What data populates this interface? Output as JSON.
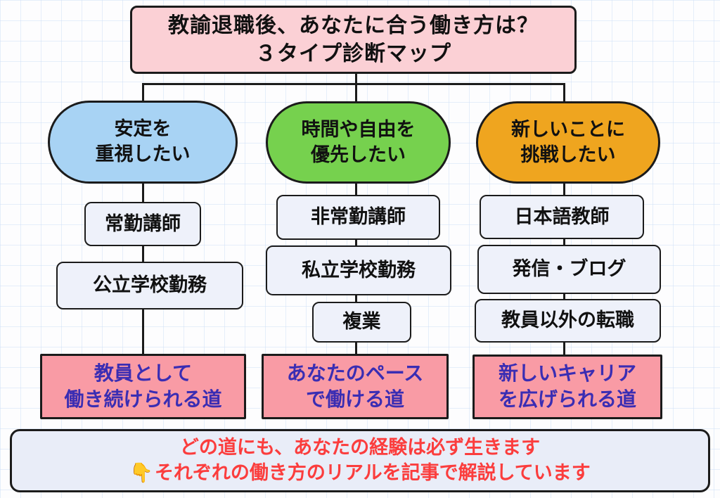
{
  "title": {
    "line1": "教諭退職後、あなたに合う働き方は？",
    "line2": "３タイプ診断マップ"
  },
  "columns": [
    {
      "header": {
        "line1": "安定を",
        "line2": "重視したい"
      },
      "steps": [
        "常勤講師",
        "公立学校勤務"
      ],
      "result": {
        "line1": "教員として",
        "line2": "働き続けられる道"
      }
    },
    {
      "header": {
        "line1": "時間や自由を",
        "line2": "優先したい"
      },
      "steps": [
        "非常勤講師",
        "私立学校勤務",
        "複業"
      ],
      "result": {
        "line1": "あなたのペース",
        "line2": "で働ける道"
      }
    },
    {
      "header": {
        "line1": "新しいことに",
        "line2": "挑戦したい"
      },
      "steps": [
        "日本語教師",
        "発信・ブログ",
        "教員以外の転職"
      ],
      "result": {
        "line1": "新しいキャリア",
        "line2": "を広げられる道"
      }
    }
  ],
  "footer": {
    "line1": "どの道にも、あなたの経験は必ず生きます",
    "icon": "👇",
    "line2": "それぞれの働き方のリアルを記事で解説しています"
  },
  "colors": {
    "title_bg": "#fbd0d5",
    "stability_bg": "#a8d3f4",
    "freedom_bg": "#76d14e",
    "challenge_bg": "#efa51f",
    "step_bg": "#eef1fa",
    "result_bg": "#f99ba5",
    "result_text": "#3a2db3",
    "footer_bg": "#e9edf8",
    "footer_text": "#fb3d3d",
    "line_color": "#1b1b1b"
  }
}
